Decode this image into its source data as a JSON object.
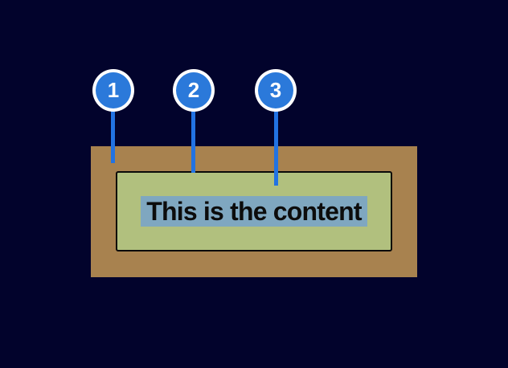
{
  "diagram": {
    "description": "Box model diagram with numbered callouts",
    "content_text": "This is the content",
    "callouts": [
      {
        "label": "1",
        "points_to": "margin-area"
      },
      {
        "label": "2",
        "points_to": "border"
      },
      {
        "label": "3",
        "points_to": "padding-area"
      }
    ]
  },
  "colors": {
    "background": "#02032c",
    "margin_brown": "#a8824f",
    "padding_green": "#b1c07e",
    "border_black": "#0a0a0a",
    "content_highlight_blue": "#7fa7c0",
    "content_text_color": "#0c0c0c",
    "leader_line_blue": "#2273e3",
    "callout_fill_blue": "#2b79da",
    "callout_ring_white": "#ffffff"
  }
}
